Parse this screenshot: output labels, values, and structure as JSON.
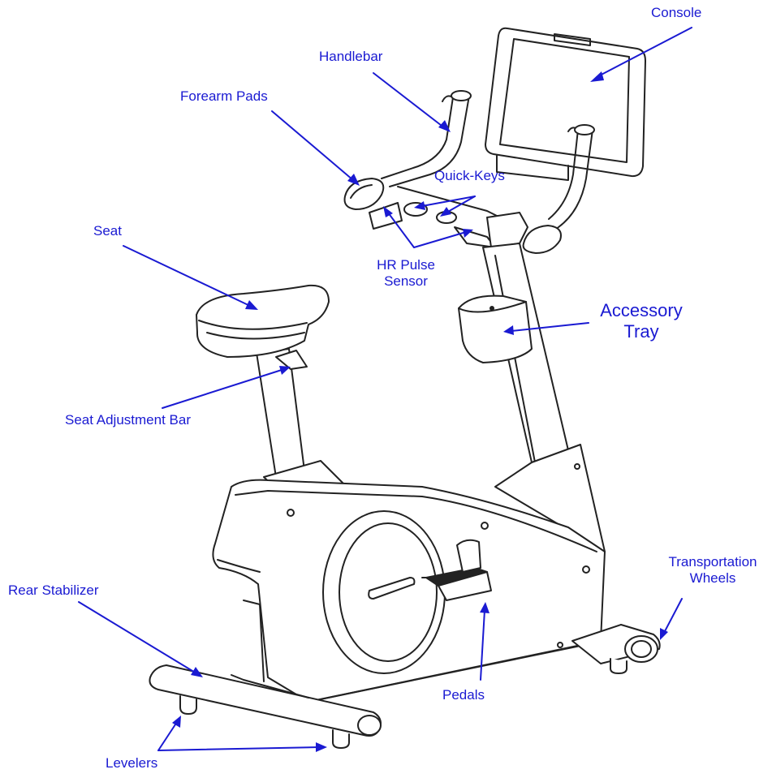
{
  "labels": {
    "console": "Console",
    "handlebar": "Handlebar",
    "forearm_pads": "Forearm Pads",
    "quick_keys": "Quick-Keys",
    "seat": "Seat",
    "hr_pulse_sensor_line1": "HR Pulse",
    "hr_pulse_sensor_line2": "Sensor",
    "accessory_tray_line1": "Accessory",
    "accessory_tray_line2": "Tray",
    "seat_adjustment_bar": "Seat Adjustment Bar",
    "transportation_wheels_line1": "Transportation",
    "transportation_wheels_line2": "Wheels",
    "rear_stabilizer": "Rear Stabilizer",
    "pedals": "Pedals",
    "levelers": "Levelers"
  },
  "colors": {
    "label": "#1a1ad2",
    "line_art": "#222222"
  }
}
